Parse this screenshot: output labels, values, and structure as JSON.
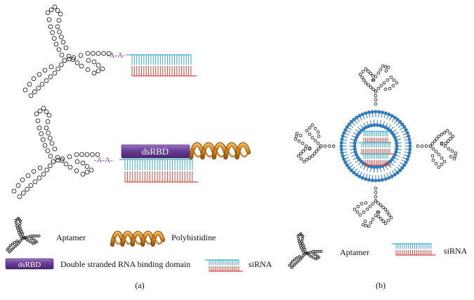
{
  "panel_a": {
    "caption": "(a)",
    "construct1": {
      "linker": "-A-A-"
    },
    "construct2": {
      "linker": "-A-A-",
      "domain_label": "dsRBD"
    },
    "legend": {
      "aptamer": "Aptamer",
      "polyhistidine": "Polyhistidine",
      "dsrbd_box": "dsRBD",
      "dsrbd_text": "Double stranded RNA binding domain",
      "sirna": "siRNA"
    }
  },
  "panel_b": {
    "caption": "(b)",
    "legend": {
      "aptamer": "Aptamer",
      "sirna": "siRNA"
    }
  },
  "colors": {
    "sirna_top": "#3aaccc",
    "sirna_bottom": "#d8443c",
    "dsrbd_fill": "#6a3e96",
    "linker": "#7b3fa0",
    "lipid": "#2f7dc4",
    "helix": "#e08a1e",
    "aptamer_outline": "#222222"
  }
}
